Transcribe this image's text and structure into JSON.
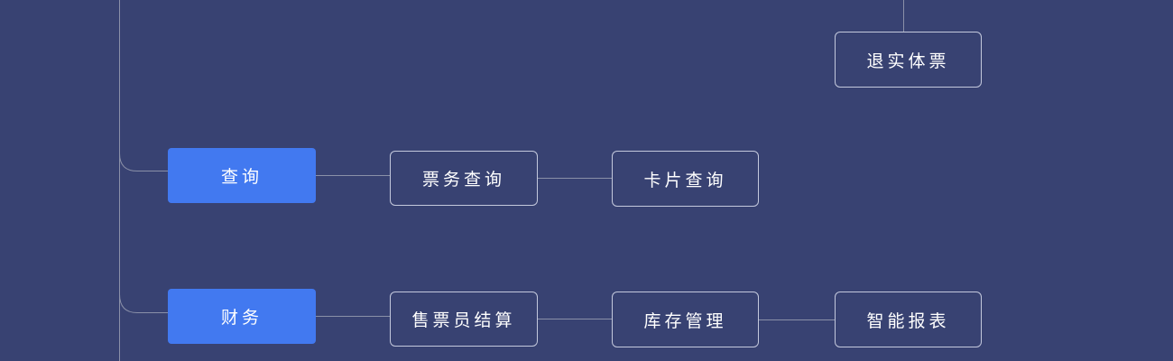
{
  "diagram": {
    "nodes": {
      "tui_shiti_piao": "退实体票",
      "chaxun": "查询",
      "piaowu_chaxun": "票务查询",
      "kapian_chaxun": "卡片查询",
      "caiwu": "财务",
      "shoupiaoyuan_jiesuan": "售票员结算",
      "kucun_guanli": "库存管理",
      "zhineng_baobiao": "智能报表"
    },
    "edges": [
      {
        "from": "chaxun",
        "to": "piaowu_chaxun"
      },
      {
        "from": "piaowu_chaxun",
        "to": "kapian_chaxun"
      },
      {
        "from": "caiwu",
        "to": "shoupiaoyuan_jiesuan"
      },
      {
        "from": "shoupiaoyuan_jiesuan",
        "to": "kucun_guanli"
      },
      {
        "from": "kucun_guanli",
        "to": "zhineng_baobiao"
      }
    ]
  },
  "colors": {
    "background": "#384272",
    "primary_node": "#4279f0",
    "outline_border": "#c4c9dd",
    "connector_line": "#8a90a8",
    "text": "#ffffff"
  }
}
